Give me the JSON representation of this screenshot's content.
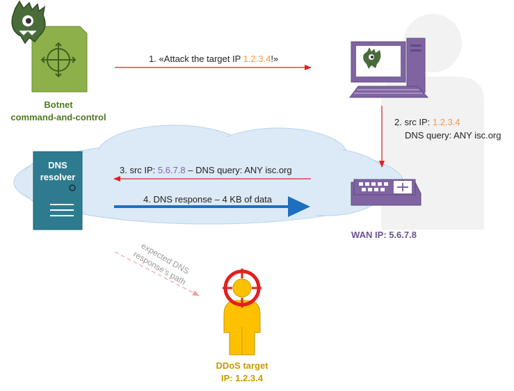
{
  "nodes": {
    "botnet": {
      "line1": "Botnet",
      "line2": "command-and-control"
    },
    "dns_resolver": {
      "line1": "DNS",
      "line2": "resolver"
    },
    "router": {
      "wan_label": "WAN IP: 5.6.7.8"
    },
    "target": {
      "line1": "DDoS target",
      "line2": "IP: 1.2.3.4"
    }
  },
  "steps": {
    "step1": {
      "prefix": "1. «Attack the target IP ",
      "ip": "1.2.3.4",
      "suffix": "!»"
    },
    "step2": {
      "prefix": "2. src IP: ",
      "ip": "1.2.3.4",
      "line2": "DNS query: ANY isc.org"
    },
    "step3": {
      "prefix": "3. src IP: ",
      "ip": "5.6.7.8",
      "suffix": " – DNS query: ANY isc.org"
    },
    "step4": {
      "text": "4. DNS response – 4 KB of data"
    },
    "expected": {
      "line1": "expected DNS",
      "line2": "response’s path"
    }
  },
  "colors": {
    "green_box": "#8db04a",
    "green_text": "#4f7a20",
    "resolver_teal": "#2e7b90",
    "router_purple": "#8064a2",
    "target_yellow": "#ffc000",
    "target_text": "#c79a00",
    "arrow_red": "#e02020",
    "arrow_blue": "#1f6fbf",
    "ip_orange": "#f79646",
    "ip_purple": "#8064a2",
    "cloud": "#dbeaf6"
  }
}
